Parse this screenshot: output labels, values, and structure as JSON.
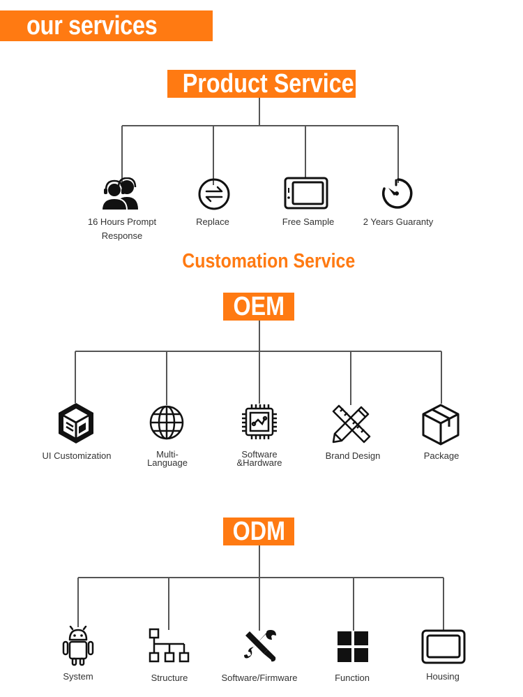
{
  "header": {
    "banner": "our services"
  },
  "product_service": {
    "title": "Product Service",
    "items": [
      {
        "label_line1": "16 Hours Prompt",
        "label_line2": "Response",
        "icon": "support-agents-icon"
      },
      {
        "label_line1": "Replace",
        "icon": "exchange-arrows-icon"
      },
      {
        "label_line1": "Free Sample",
        "icon": "tablet-device-icon"
      },
      {
        "label_line1": "2 Years Guaranty",
        "icon": "timer-icon"
      }
    ]
  },
  "customation": {
    "title": "Customation Service"
  },
  "oem": {
    "title": "OEM",
    "items": [
      {
        "label_line1": "UI Customization",
        "icon": "cube-ui-icon"
      },
      {
        "label_line1": "Multi-",
        "label_line2": "Language",
        "icon": "globe-icon"
      },
      {
        "label_line1": "Software",
        "label_line2": "&Hardware",
        "icon": "chip-icon"
      },
      {
        "label_line1": "Brand Design",
        "icon": "pencil-ruler-icon"
      },
      {
        "label_line1": "Package",
        "icon": "box-icon"
      }
    ]
  },
  "odm": {
    "title": "ODM",
    "items": [
      {
        "label_line1": "System",
        "icon": "android-icon"
      },
      {
        "label_line1": "Structure",
        "icon": "hierarchy-icon"
      },
      {
        "label_line1": "Software/Firmware",
        "icon": "tools-icon"
      },
      {
        "label_line1": "Function",
        "icon": "grid-squares-icon"
      },
      {
        "label_line1": "Housing",
        "icon": "screen-housing-icon"
      }
    ]
  },
  "colors": {
    "accent": "#ff7a12",
    "line": "#555555",
    "icon": "#111111"
  }
}
